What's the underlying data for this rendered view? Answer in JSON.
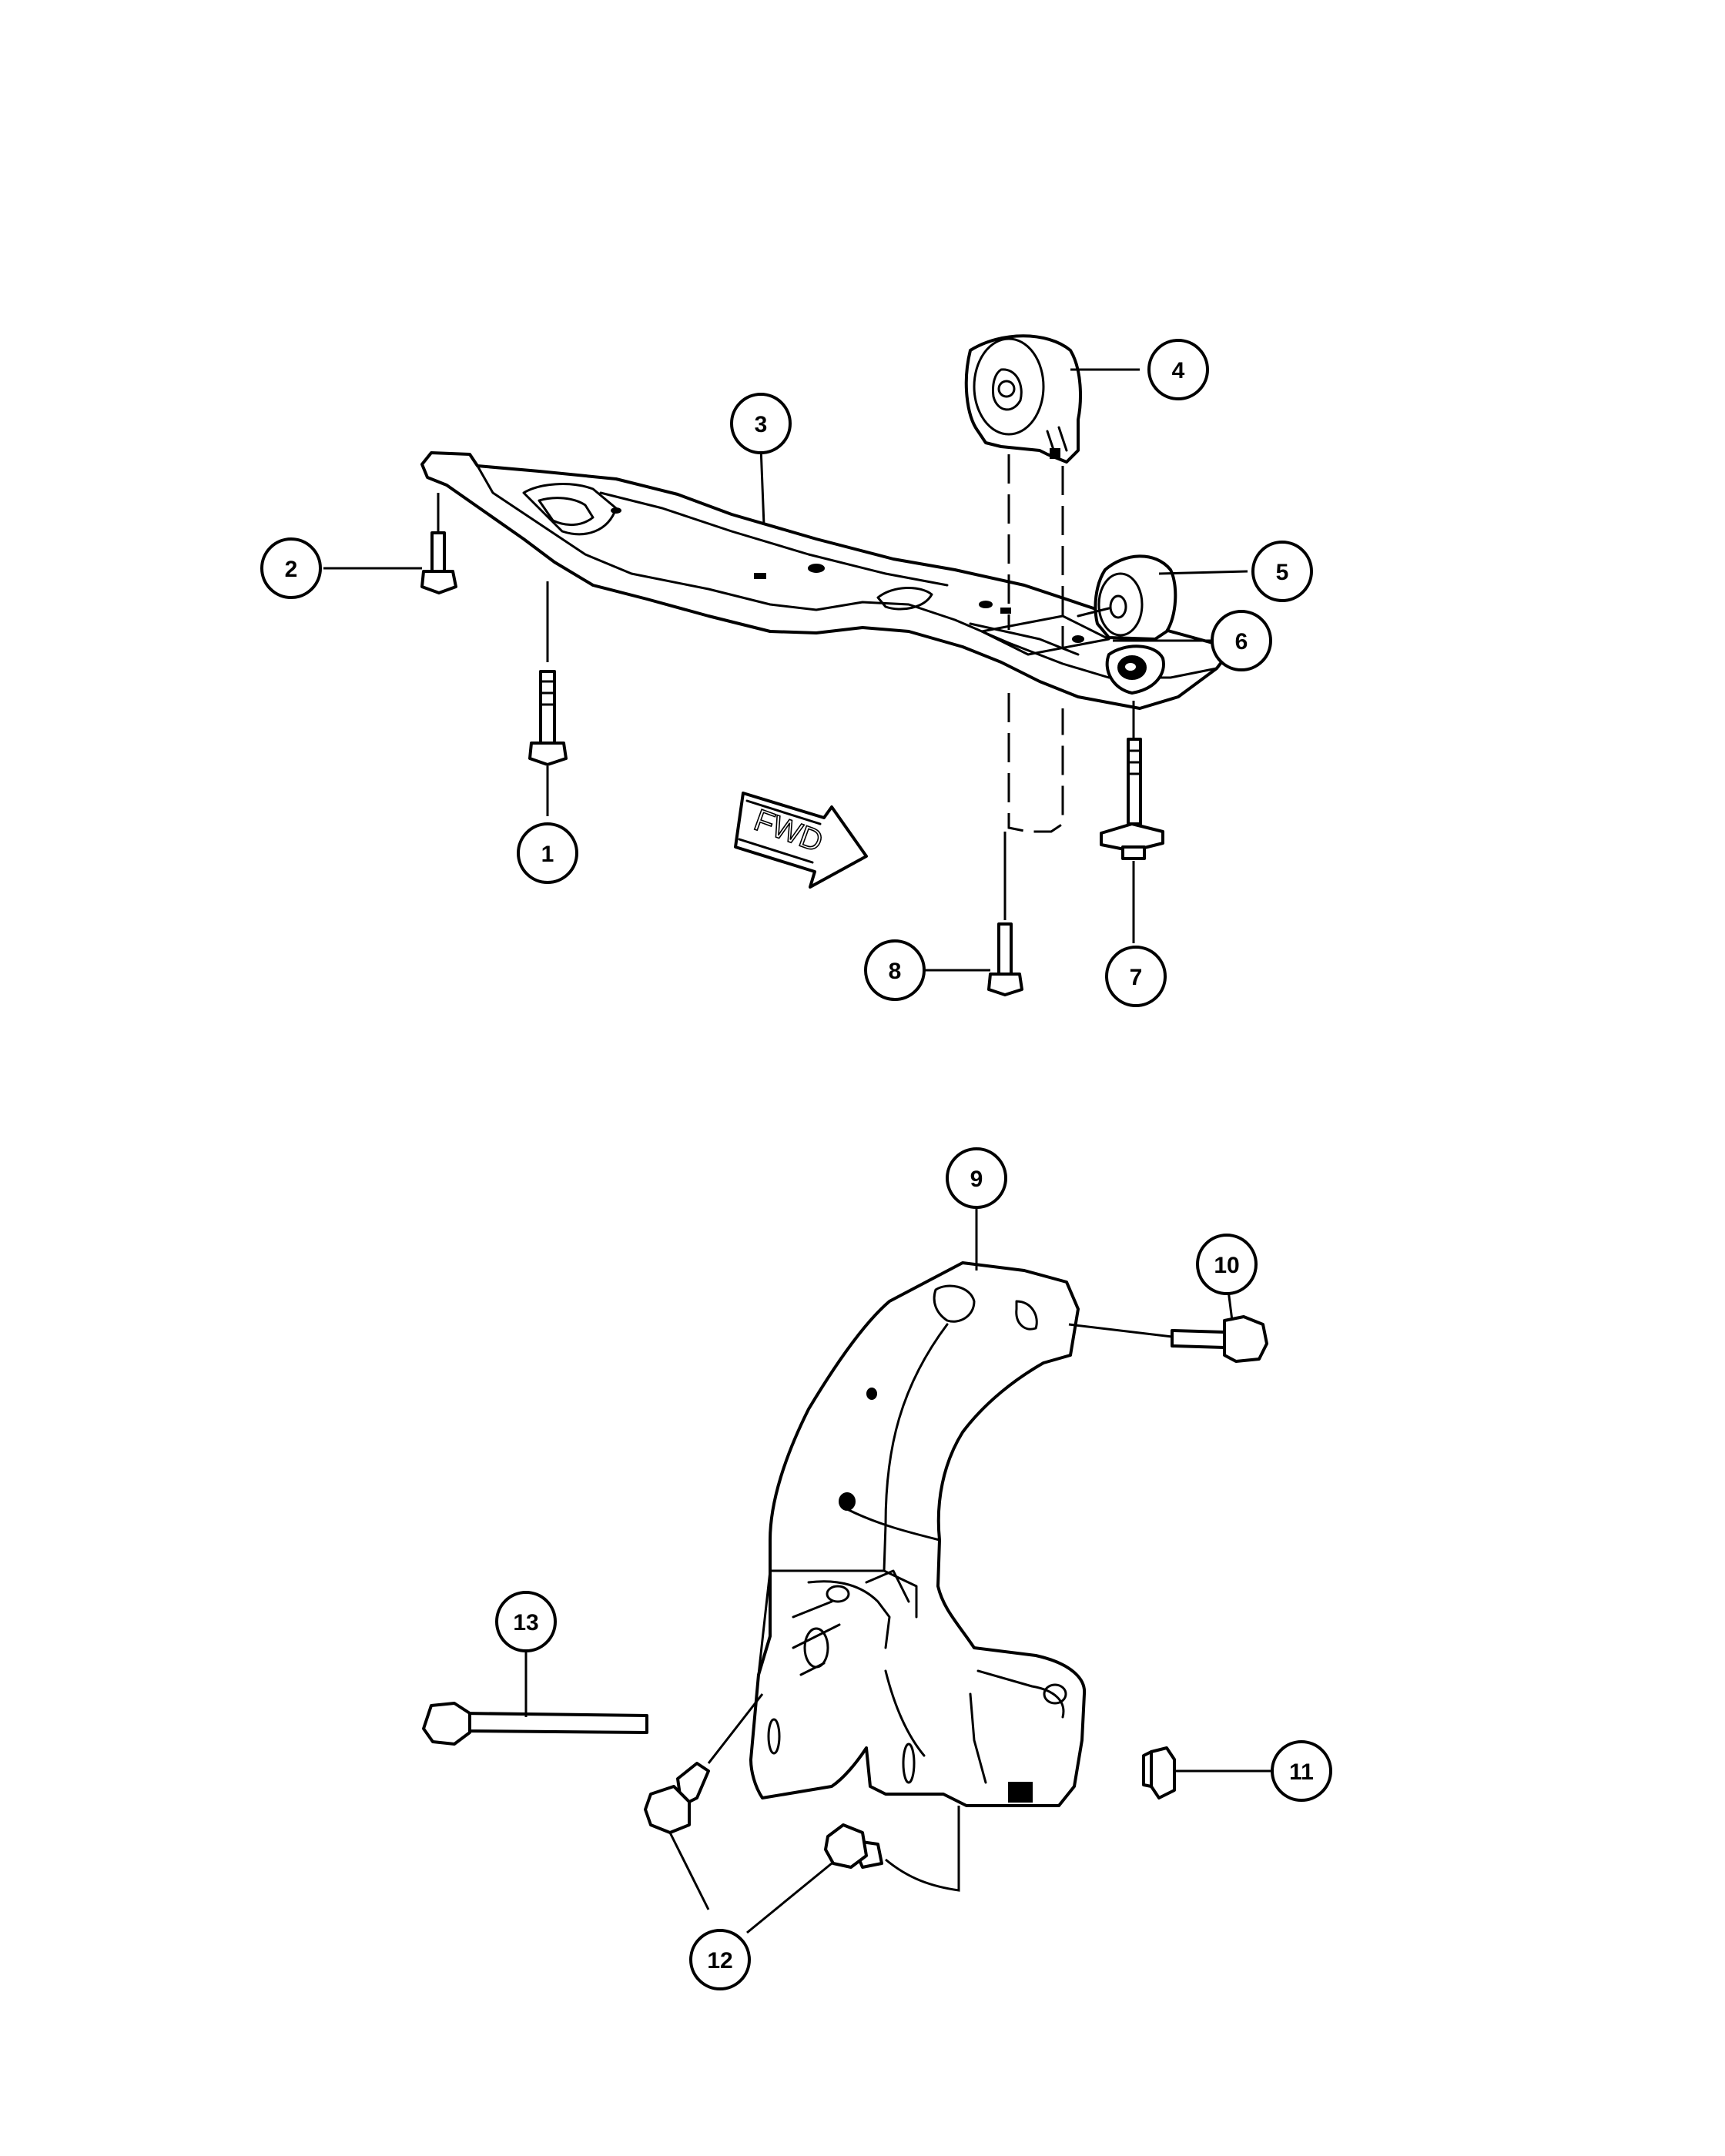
{
  "diagram": {
    "direction_label": "FWD",
    "callouts": [
      {
        "number": "1"
      },
      {
        "number": "2"
      },
      {
        "number": "3"
      },
      {
        "number": "4"
      },
      {
        "number": "5"
      },
      {
        "number": "6"
      },
      {
        "number": "7"
      },
      {
        "number": "8"
      },
      {
        "number": "9"
      },
      {
        "number": "10"
      },
      {
        "number": "11"
      },
      {
        "number": "12"
      },
      {
        "number": "13"
      }
    ]
  }
}
